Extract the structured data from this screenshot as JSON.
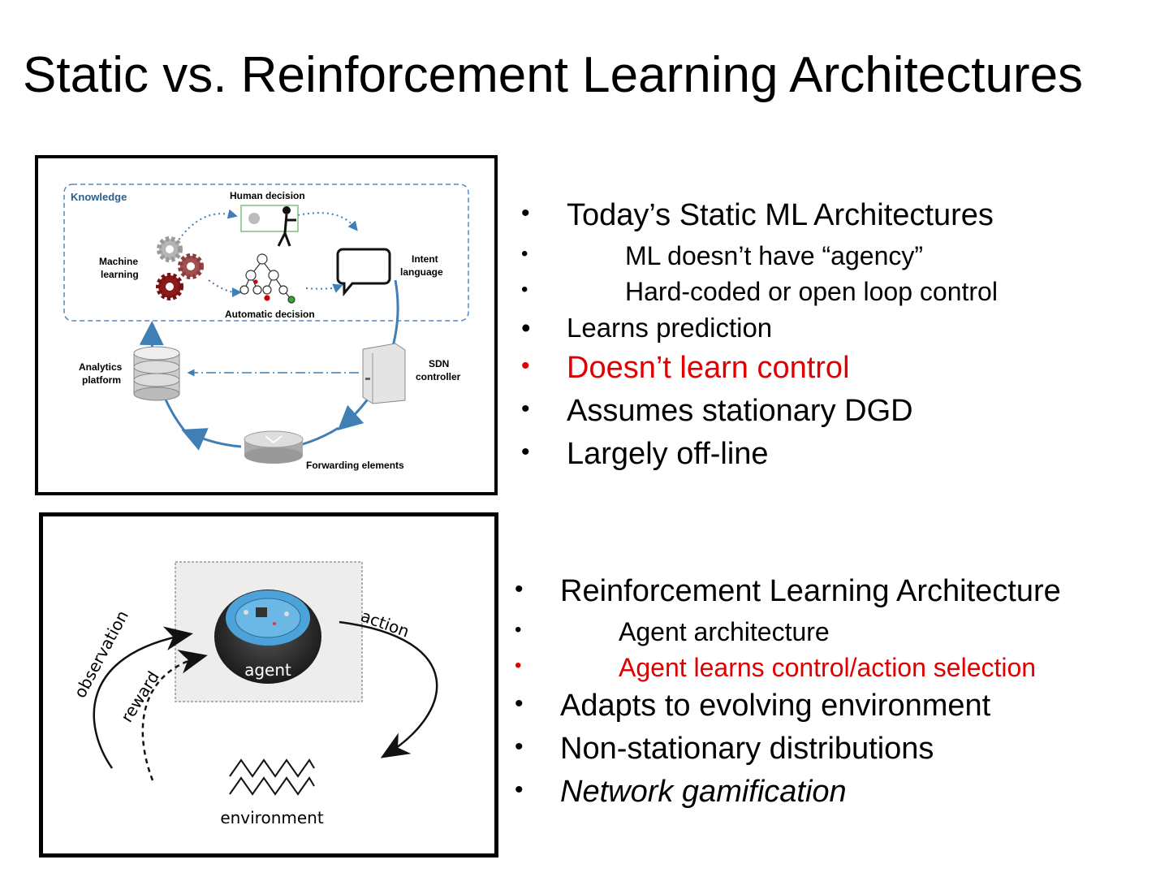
{
  "slide": {
    "title": "Static vs. Reinforcement Learning Architectures"
  },
  "top_diagram": {
    "knowledge_label": "Knowledge",
    "human_decision": "Human decision",
    "machine_learning_line1": "Machine",
    "machine_learning_line2": "learning",
    "intent_line1": "Intent",
    "intent_line2": "language",
    "automatic_decision": "Automatic decision",
    "analytics_line1": "Analytics",
    "analytics_line2": "platform",
    "sdn_line1": "SDN",
    "sdn_line2": "controller",
    "forwarding": "Forwarding elements"
  },
  "bottom_diagram": {
    "agent": "agent",
    "observation": "observation",
    "reward": "reward",
    "action": "action",
    "environment": "environment"
  },
  "static_bullets": {
    "b1": "Today’s Static ML Architectures",
    "b1a": "ML doesn’t have “agency”",
    "b1b": "Hard-coded or open loop control",
    "b2": "Learns prediction",
    "b3": "Doesn’t learn control",
    "b4": "Assumes stationary DGD",
    "b5": "Largely off-line"
  },
  "rl_bullets": {
    "b1": "Reinforcement Learning Architecture",
    "b1a": "Agent architecture",
    "b1b": "Agent learns control/action selection",
    "b2": "Adapts to evolving environment",
    "b3": "Non-stationary distributions",
    "b4": "Network gamification"
  },
  "colors": {
    "highlight": "#e00000",
    "cycle_arrow": "#3f7fb5",
    "knowledge_text": "#2c5f8a"
  },
  "bullet_char": "•"
}
